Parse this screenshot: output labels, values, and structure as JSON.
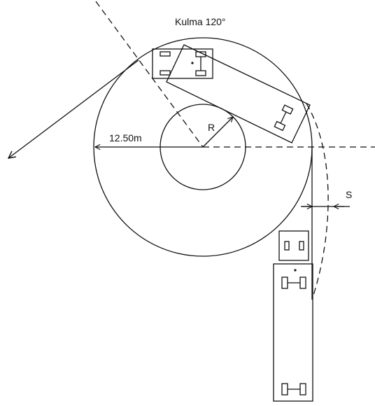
{
  "diagram": {
    "title": "Kulma 120°",
    "outer_radius_label": "12.50m",
    "inner_radius_label": "R",
    "offset_label": "S"
  },
  "colors": {
    "stroke": "#111111",
    "background": "#ffffff"
  }
}
